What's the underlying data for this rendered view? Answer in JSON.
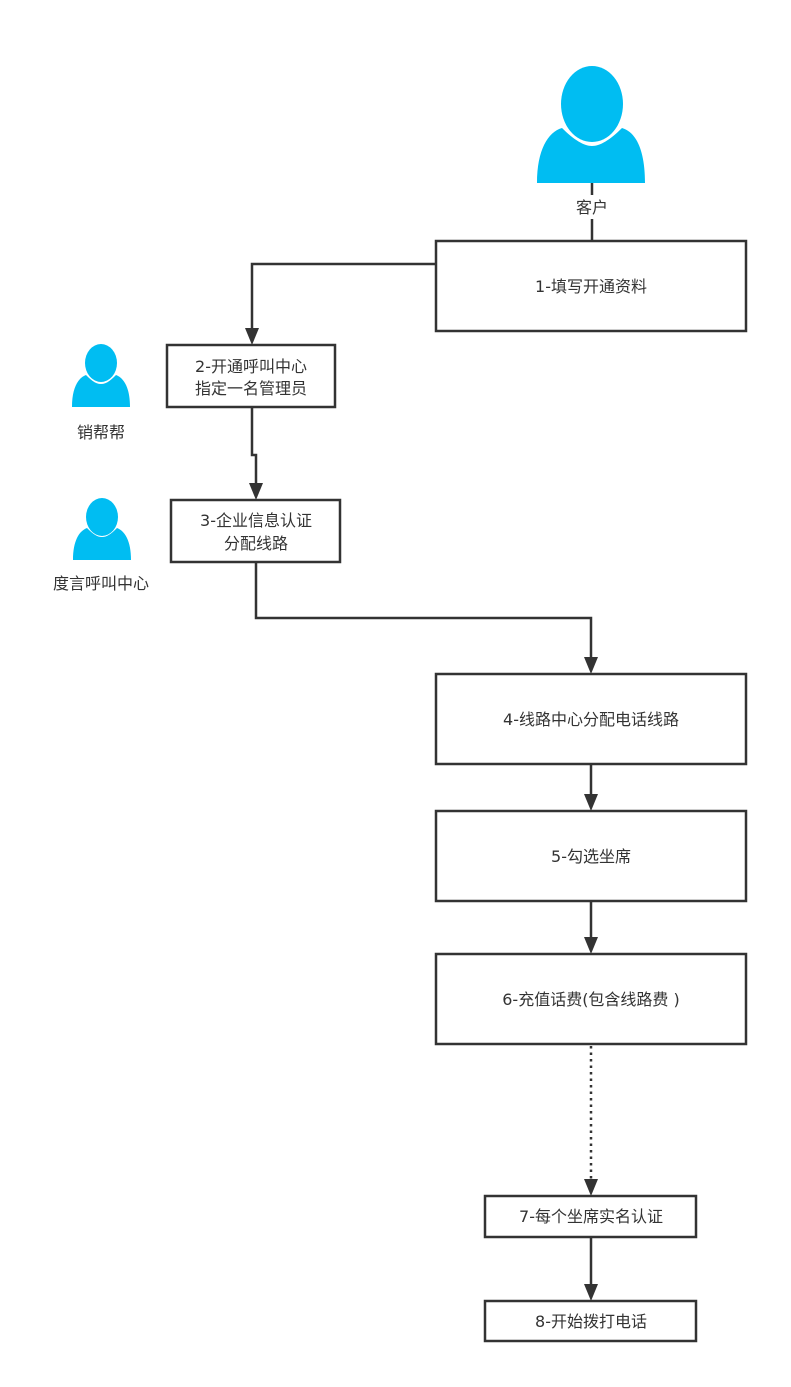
{
  "actors": [
    {
      "label": "客户"
    },
    {
      "label": "销帮帮"
    },
    {
      "label": "度言呼叫中心"
    }
  ],
  "steps": [
    {
      "lines": [
        "1-填写开通资料"
      ]
    },
    {
      "lines": [
        "2-开通呼叫中心",
        "指定一名管理员"
      ]
    },
    {
      "lines": [
        "3-企业信息认证",
        "分配线路"
      ]
    },
    {
      "lines": [
        "4-线路中心分配电话线路"
      ]
    },
    {
      "lines": [
        "5-勾选坐席"
      ]
    },
    {
      "lines": [
        "6-充值话费(包含线路费 )"
      ]
    },
    {
      "lines": [
        "7-每个坐席实名认证"
      ]
    },
    {
      "lines": [
        "8-开始拨打电话"
      ]
    }
  ],
  "colors": {
    "person": "#00bdf2",
    "line": "#333333"
  }
}
